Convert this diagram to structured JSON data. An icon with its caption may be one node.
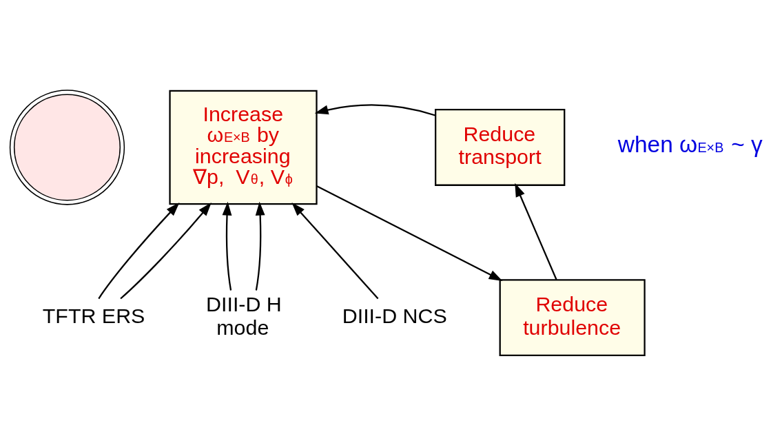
{
  "diagram": {
    "nodes": [
      {
        "text": [],
        "shape": "circle"
      },
      {
        "text": [
          "Increase ω$_{E×B}$ by increasing ∇p,  V$_{θ}$, V$_{ϕ}$"
        ]
      },
      {
        "text": [
          "Reduce transport"
        ]
      },
      {
        "text": [
          "Reduce turbulence"
        ]
      },
      {
        "text": [
          "TFTR ERS"
        ]
      },
      {
        "text": [
          "DIII-D H mode"
        ]
      },
      {
        "text": [
          "DIII-D NCS"
        ]
      }
    ],
    "edges": [
      {
        "from": 2,
        "to": 1,
        "arrow": "to"
      },
      {
        "from": 1,
        "to": 3,
        "arrow": "to"
      },
      {
        "from": 3,
        "to": 2,
        "arrow": "to"
      },
      {
        "from": 4,
        "to": 1,
        "arrow": "to"
      },
      {
        "from": 4,
        "to": 1,
        "arrow": "to"
      },
      {
        "from": 5,
        "to": 1,
        "arrow": "to"
      },
      {
        "from": 5,
        "to": 1,
        "arrow": "to"
      },
      {
        "from": 6,
        "to": 1,
        "arrow": "to"
      }
    ],
    "labels": [
      "when ω$_{E×B}$ ~ γ"
    ]
  }
}
